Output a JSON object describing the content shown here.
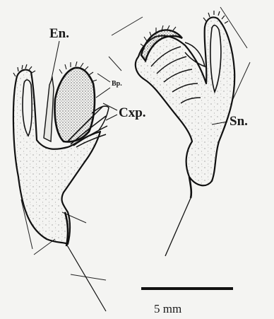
{
  "labels": {
    "endopod": "En.",
    "basipod": "Bp.",
    "coxopod": "Cxp.",
    "sternite": "Sn."
  },
  "scale_bar": {
    "text": "5 mm"
  },
  "colors": {
    "background": "#f4f4f2",
    "ink": "#1a1a1a",
    "stipple": "#777777"
  }
}
